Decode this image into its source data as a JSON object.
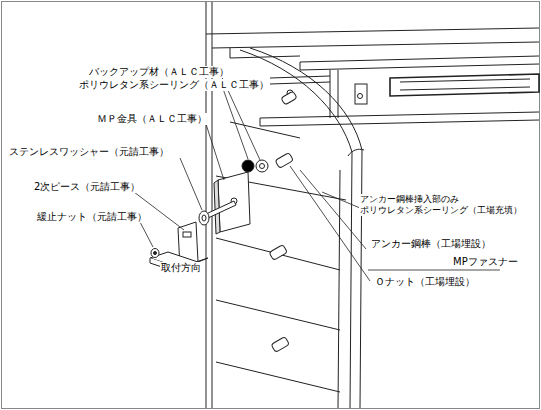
{
  "diagram": {
    "labels": [
      "バックアップ材（ＡＬＣ工事）",
      "ポリウレタン系シーリング（ＡＬＣ工事）",
      "ＭＰ金具（ＡＬＣ工事）",
      "ステンレスワッシャー（元請工事）",
      "2次ピース（元請工事）",
      "緩止ナット（元請工事）",
      "取付方向",
      "アンカー鋼棒挿入部のみ ポリウレタン系シーリング（工場充填）",
      "アンカー鋼棒（工場埋設）",
      "MPファスナー",
      "Ｏナット（工場埋設）"
    ]
  }
}
